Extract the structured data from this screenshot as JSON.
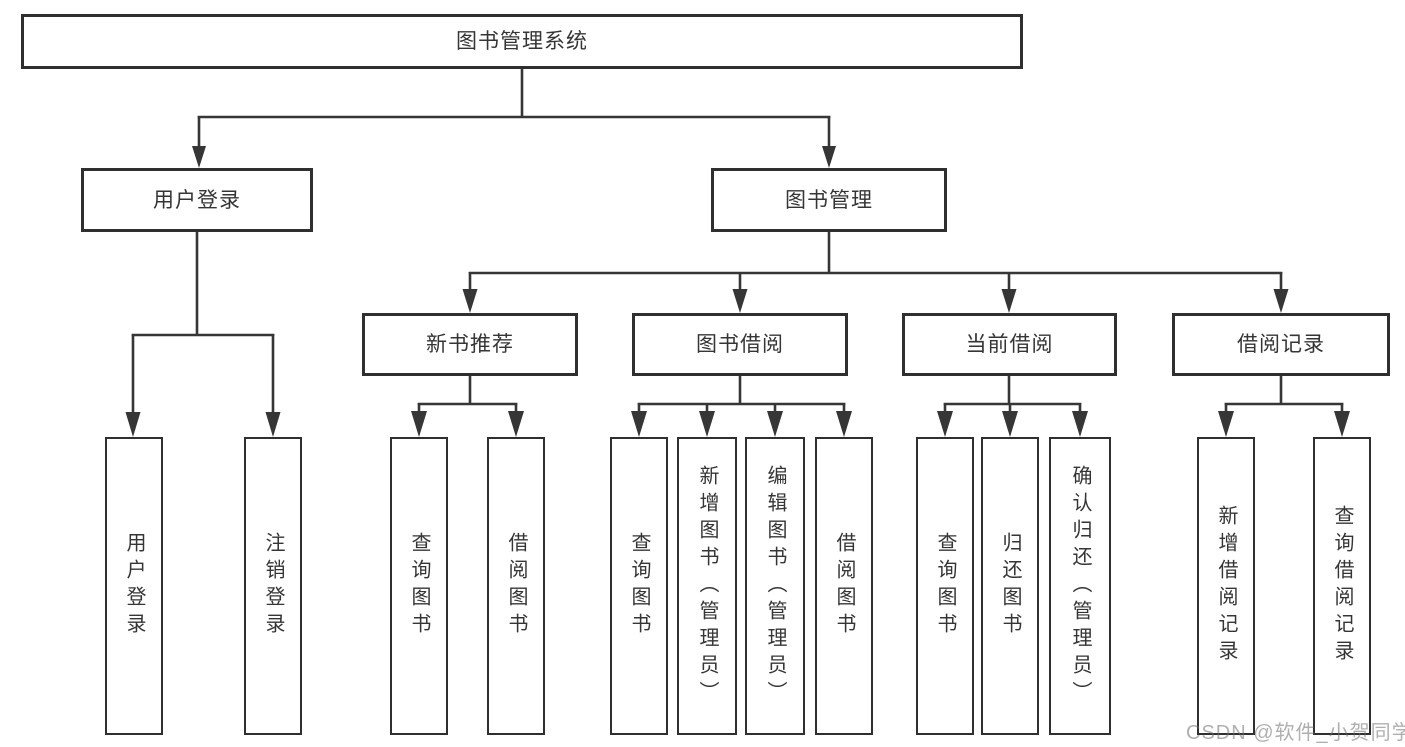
{
  "diagram": {
    "type": "hierarchy-tree",
    "root": {
      "label": "图书管理系统",
      "children": [
        {
          "label": "用户登录",
          "children": [
            {
              "label": "用户登录"
            },
            {
              "label": "注销登录"
            }
          ]
        },
        {
          "label": "图书管理",
          "children": [
            {
              "label": "新书推荐",
              "children": [
                {
                  "label": "查询图书"
                },
                {
                  "label": "借阅图书"
                }
              ]
            },
            {
              "label": "图书借阅",
              "children": [
                {
                  "label": "查询图书"
                },
                {
                  "label": "新增图书（管理员）"
                },
                {
                  "label": "编辑图书（管理员）"
                },
                {
                  "label": "借阅图书"
                }
              ]
            },
            {
              "label": "当前借阅",
              "children": [
                {
                  "label": "查询图书"
                },
                {
                  "label": "归还图书"
                },
                {
                  "label": "确认归还（管理员）"
                }
              ]
            },
            {
              "label": "借阅记录",
              "children": [
                {
                  "label": "新增借阅记录"
                },
                {
                  "label": "查询借阅记录"
                }
              ]
            }
          ]
        }
      ]
    },
    "watermark": "CSDN @软件_小贺同学"
  },
  "colors": {
    "line": "#363636",
    "box_border": "#2f2f2f",
    "text": "#353535",
    "background": "#ffffff",
    "watermark": "#9e9e9e"
  }
}
